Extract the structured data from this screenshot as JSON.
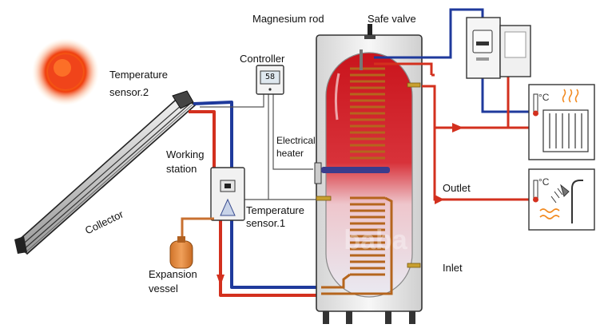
{
  "labels": {
    "magnesium_rod": "Magnesium rod",
    "safe_valve": "Safe valve",
    "controller": "Controller",
    "temperature_sensor_2": [
      "Temperature",
      "sensor.2"
    ],
    "working_station": [
      "Working",
      "station"
    ],
    "electrical_heater": [
      "Electrical",
      "heater"
    ],
    "temperature_sensor_1": [
      "Temperature",
      "sensor.1"
    ],
    "collector": "Collector",
    "outlet": "Outlet",
    "inlet": "Inlet",
    "expansion_vessel": [
      "Expansion",
      "vessel"
    ],
    "controller_display": "58",
    "heating_unit_symbol": "°C",
    "shower_unit_symbol": "°C"
  },
  "colors": {
    "hot_pipe": "#d3301e",
    "cold_pipe": "#1f3a9c",
    "tank_hot": "#c9141c",
    "tank_cool": "#e9eaf2",
    "coil": "#b5651d",
    "sun": "#f04010",
    "sun_glow": "#ffd23a",
    "wire": "#444444"
  }
}
